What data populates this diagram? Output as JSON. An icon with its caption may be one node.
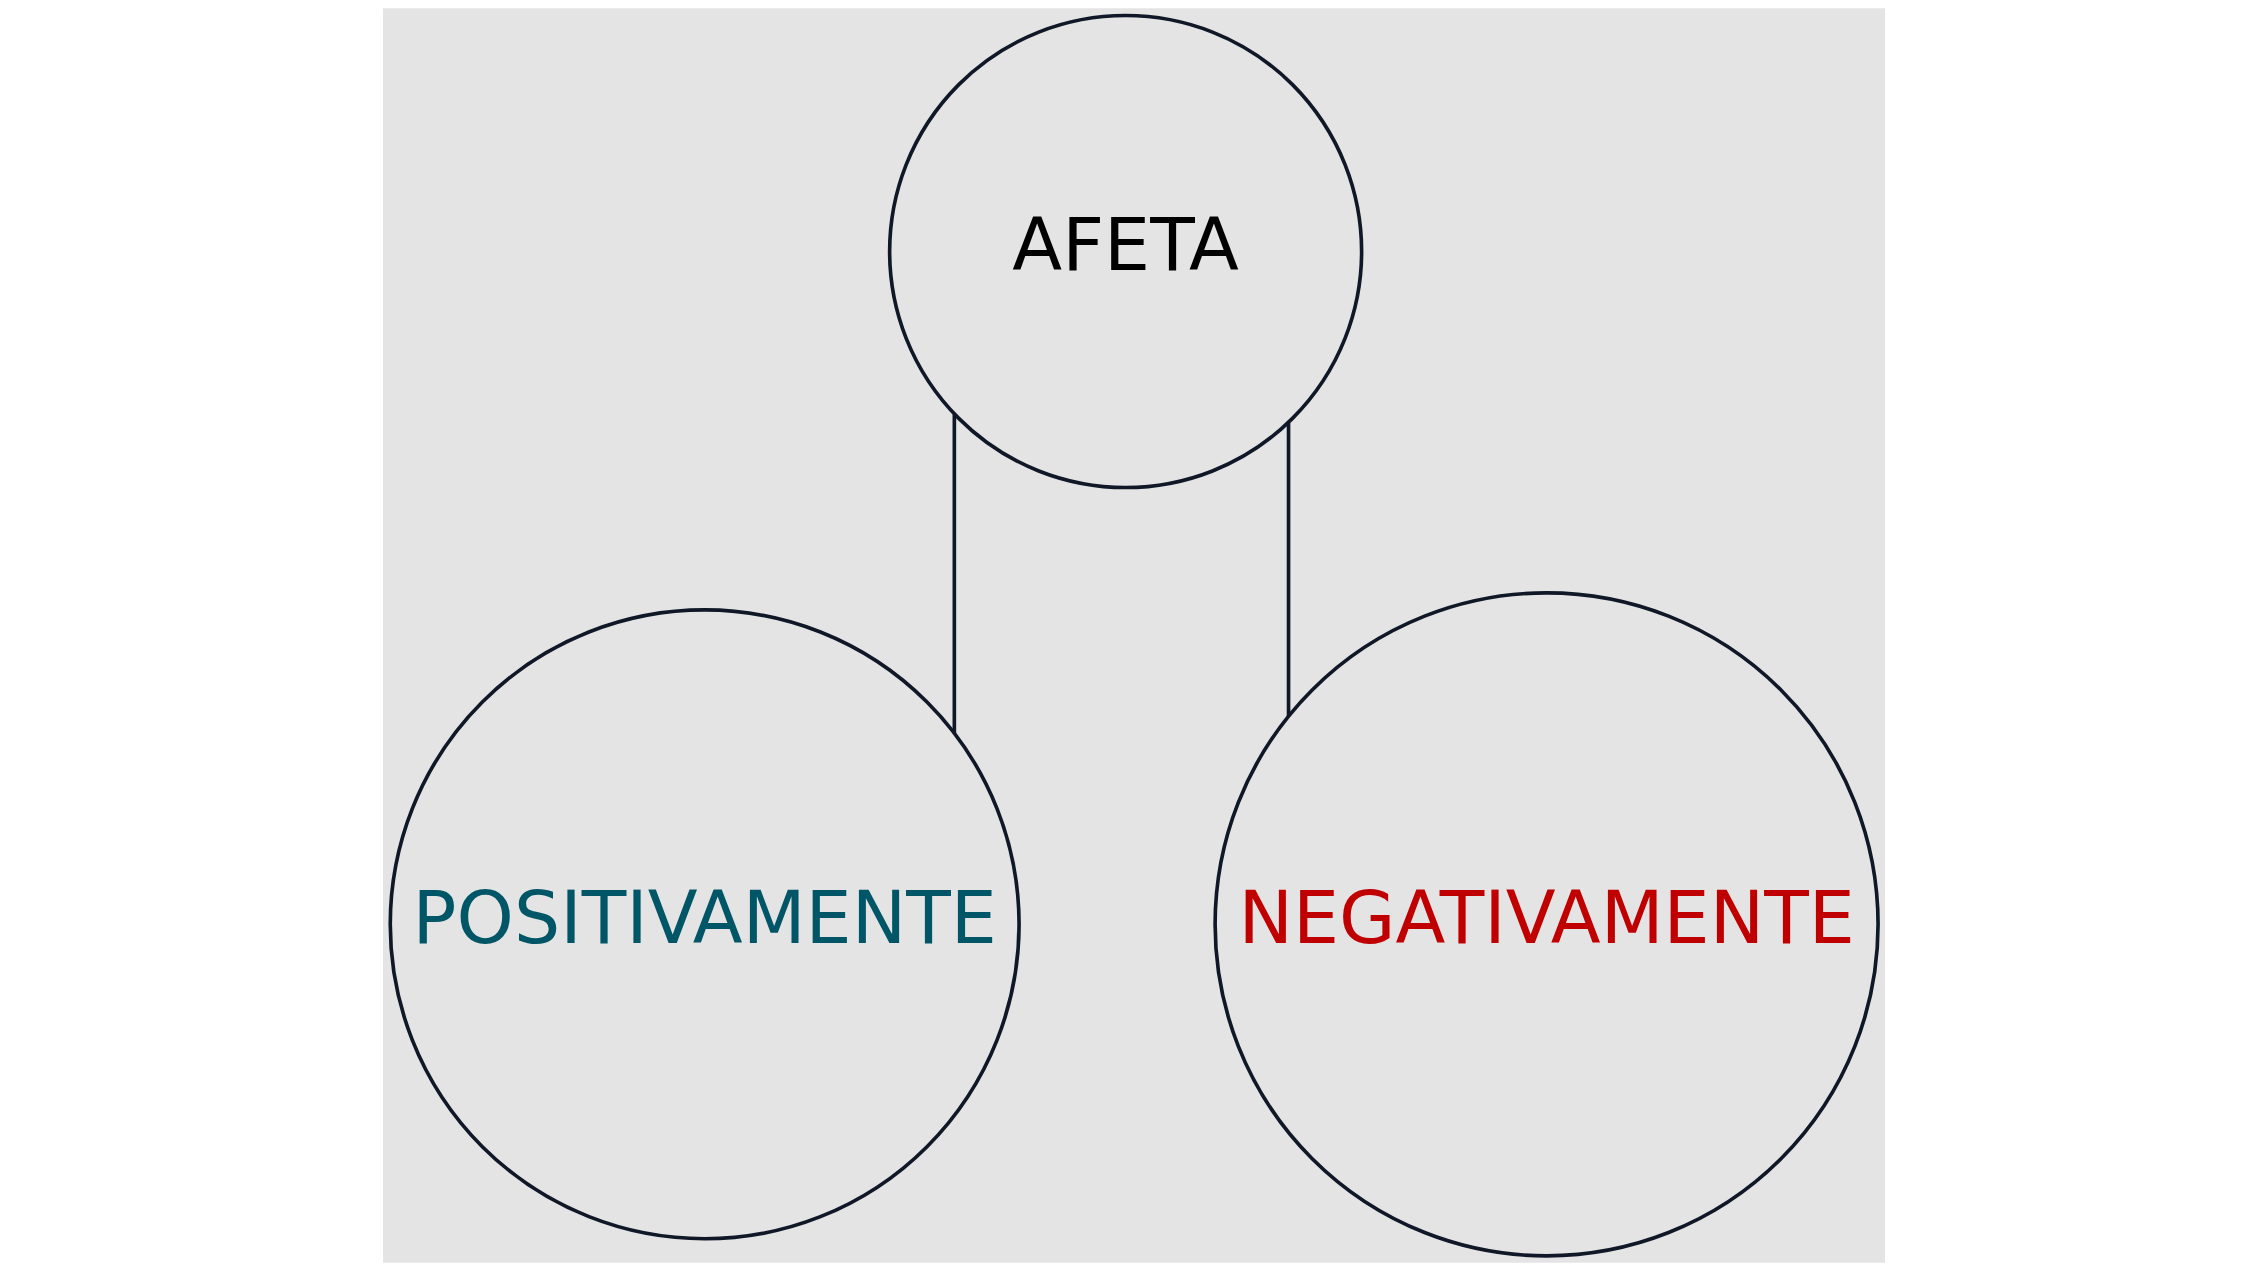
{
  "diagram": {
    "nodes": [
      {
        "text": [
          "AFETA"
        ]
      },
      {
        "text": [
          "POSITIVAMENTE"
        ]
      },
      {
        "text": [
          "NEGATIVAMENTE"
        ]
      }
    ],
    "edges": [
      {
        "from": 0,
        "to": 1,
        "arrow": "none"
      },
      {
        "from": 0,
        "to": 2,
        "arrow": "none"
      }
    ]
  }
}
